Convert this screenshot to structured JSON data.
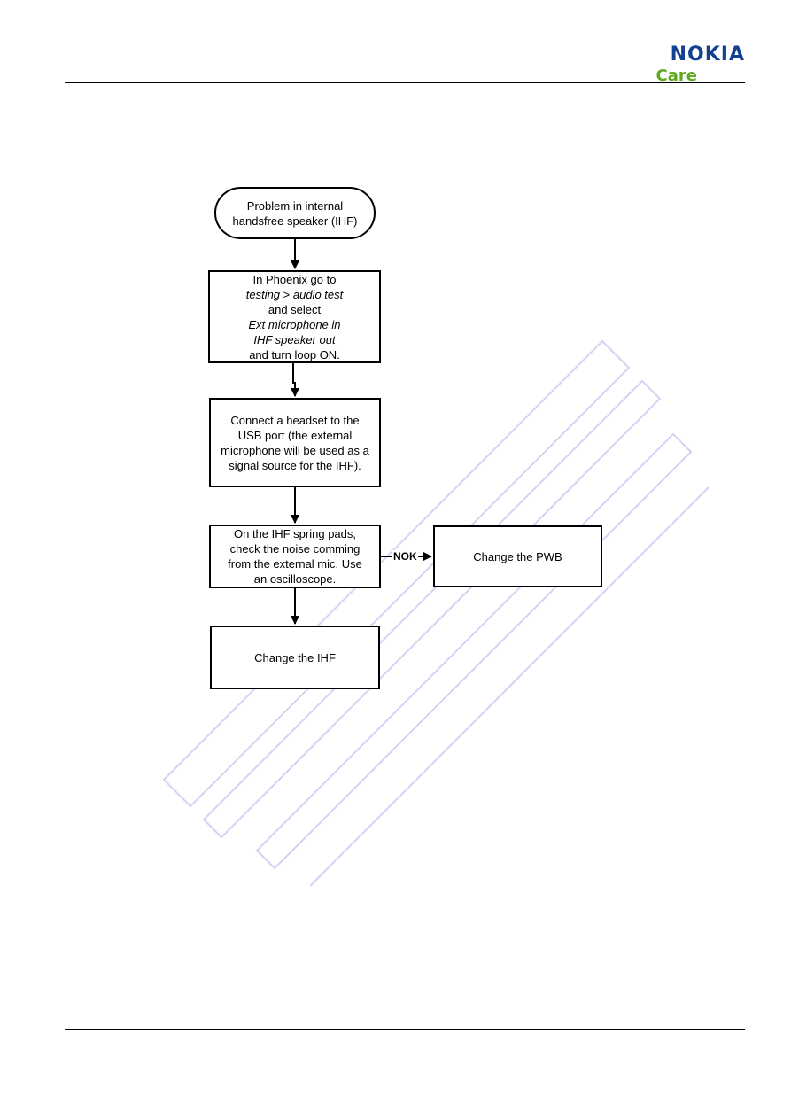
{
  "header": {
    "brand": "NOKIA",
    "brand_sub": "Care",
    "colors": {
      "brand": "#124191",
      "sub": "#5fa81f"
    }
  },
  "watermark": {
    "color": "#c8cdf0"
  },
  "flowchart": {
    "start": {
      "line1": "Problem in internal",
      "line2": "handsfree speaker (IHF)"
    },
    "step1": {
      "line1": "In Phoenix go to",
      "line2_italic_a": "testing",
      "line2_sep": " > ",
      "line2_italic_b": "audio test",
      "line3": "and select",
      "line4": "Ext microphone in",
      "line5": "IHF speaker out",
      "line6": "and turn loop ON."
    },
    "step2": {
      "line1": "Connect a headset to the",
      "line2": "USB port (the external",
      "line3": "microphone will be used as a",
      "line4": "signal source for the IHF)."
    },
    "step3": {
      "line1": "On the IHF spring pads,",
      "line2": "check the noise comming",
      "line3": "from the external mic. Use",
      "line4": "an oscilloscope."
    },
    "nok_label": "NOK",
    "pwb": {
      "label": "Change the PWB"
    },
    "ihf": {
      "label": "Change the IHF"
    }
  }
}
